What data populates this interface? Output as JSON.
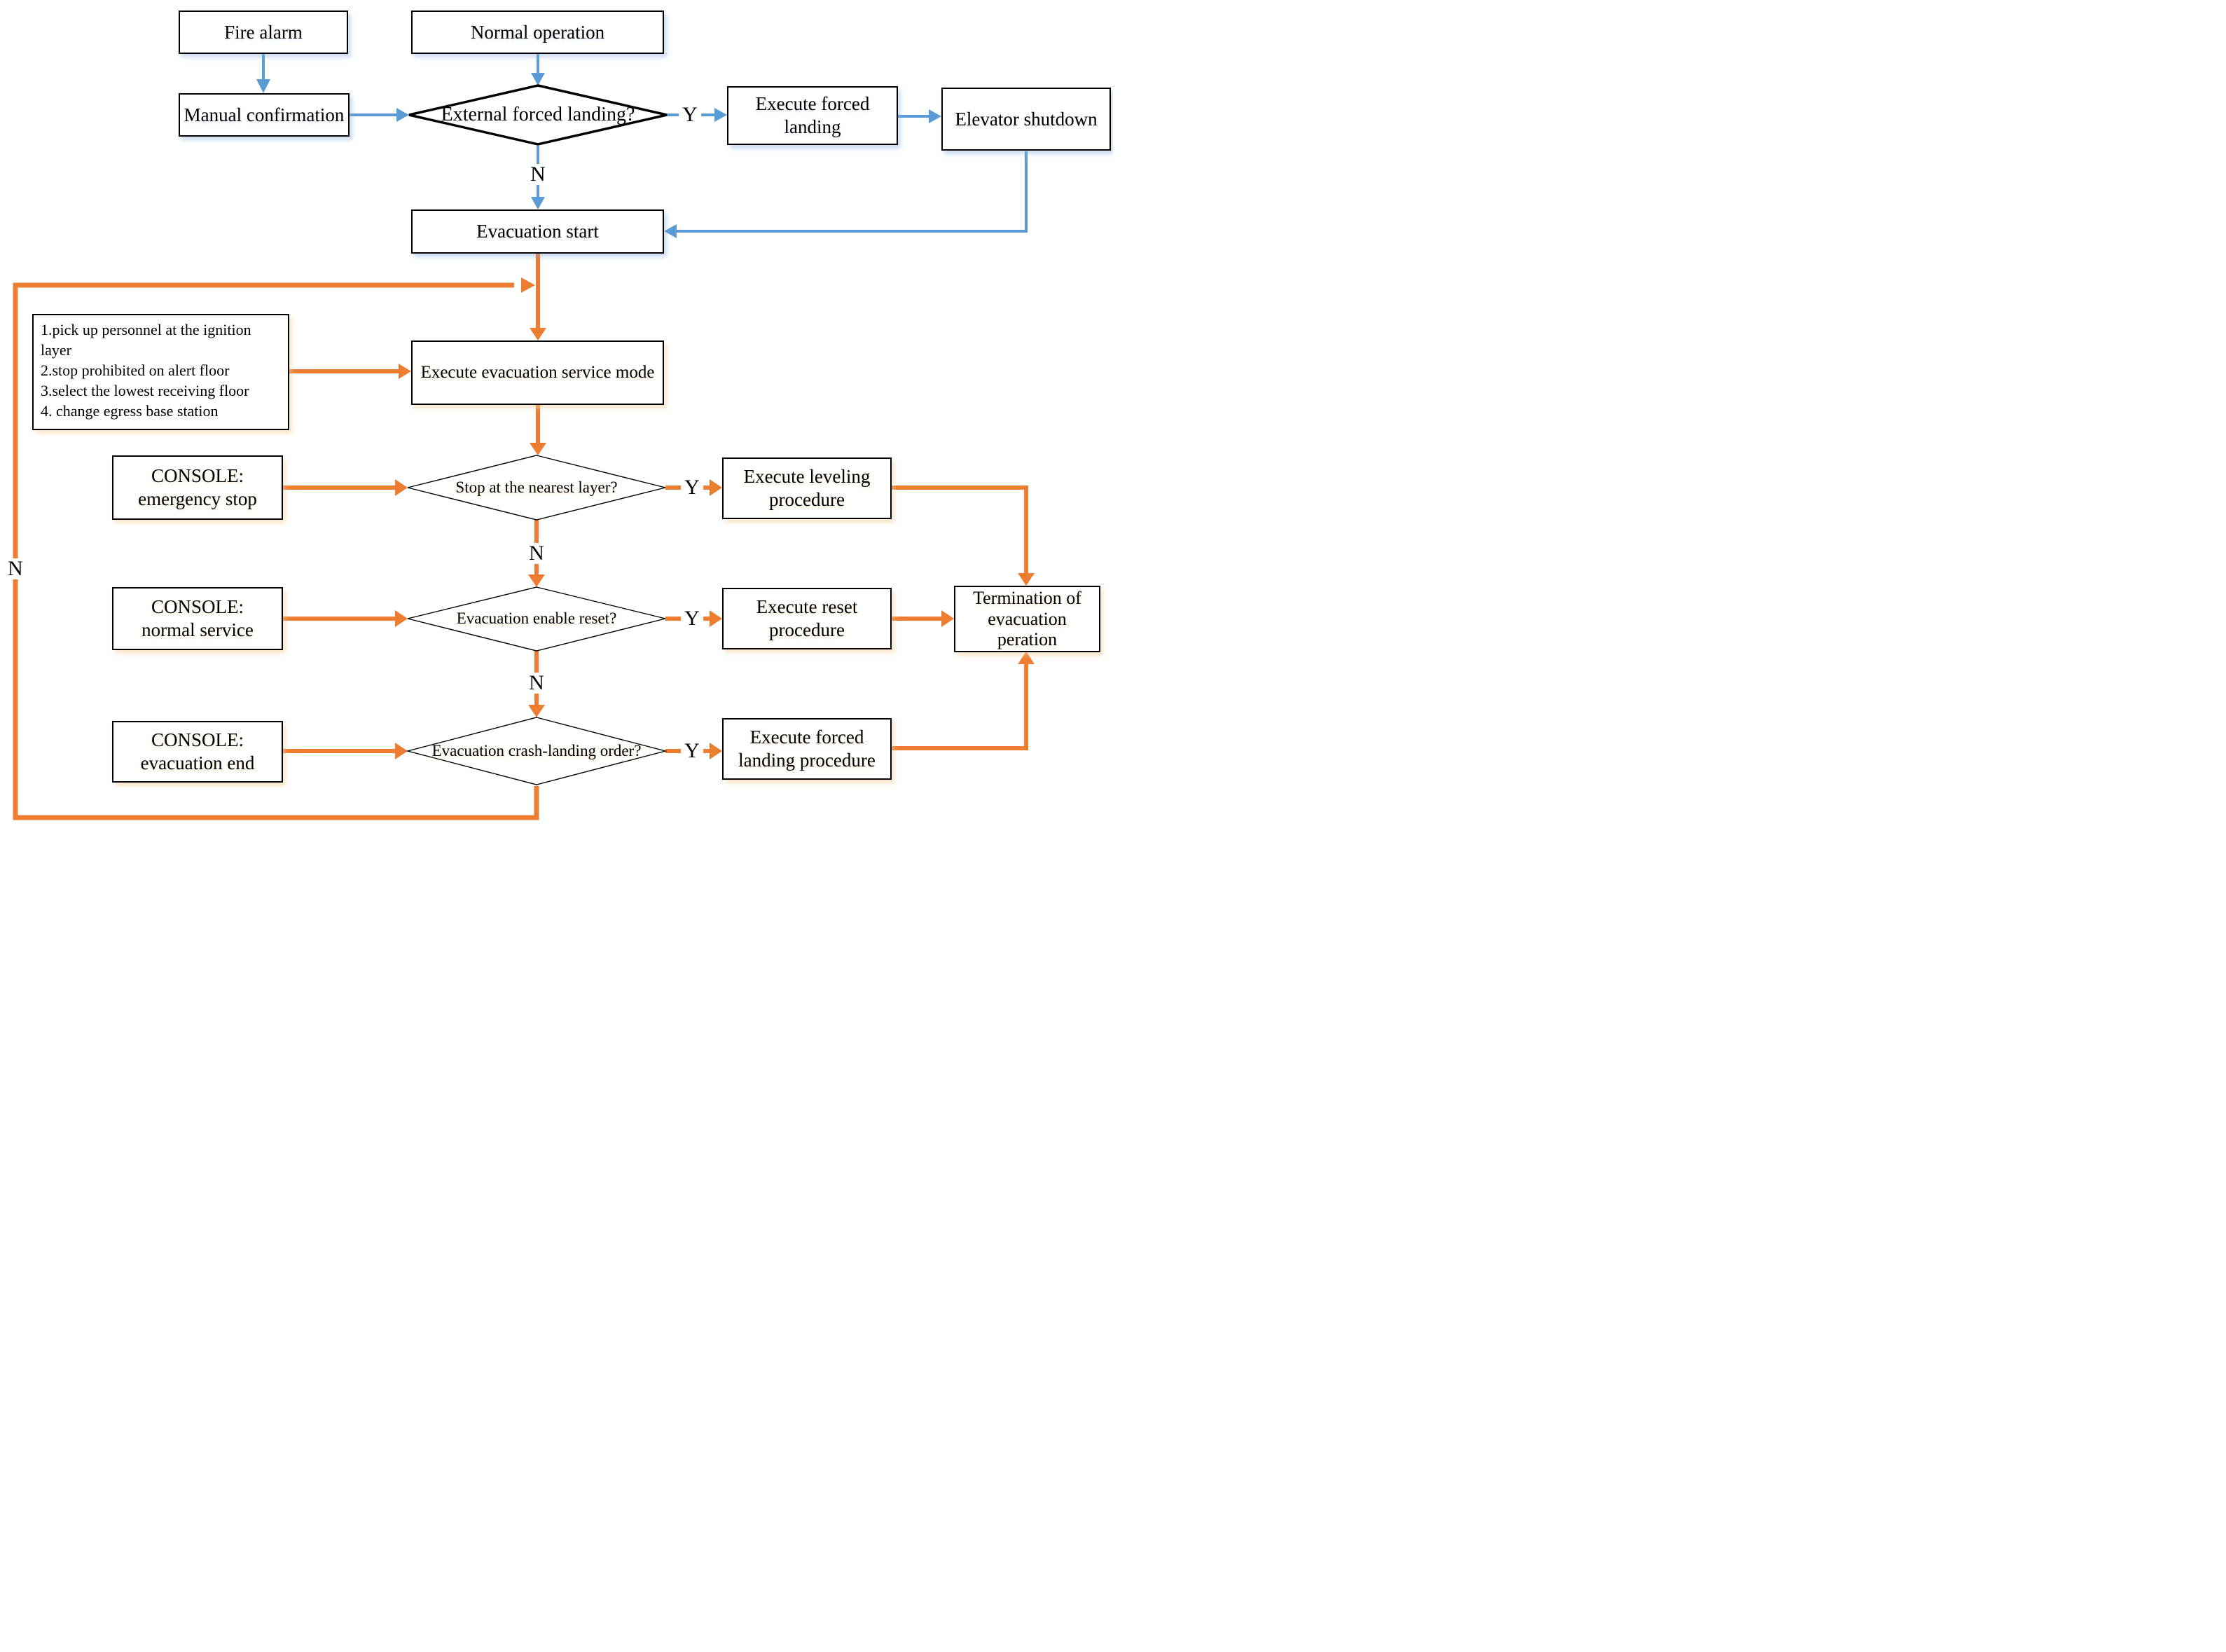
{
  "title": "Elevator evacuation control flowchart",
  "colors": {
    "blue_arrow": "#5B9BD5",
    "orange_arrow": "#ED7D31",
    "box_border": "#000000"
  },
  "boxes": {
    "fire_alarm": "Fire alarm",
    "normal_operation": "Normal operation",
    "manual_confirmation": "Manual confirmation",
    "execute_forced_landing": "Execute forced landing",
    "elevator_shutdown": "Elevator shutdown",
    "evacuation_start": "Evacuation start",
    "execute_evacuation_service_mode": "Execute evacuation service mode",
    "execute_leveling_procedure": "Execute leveling procedure",
    "execute_reset_procedure": "Execute reset procedure",
    "execute_forced_landing_procedure": "Execute forced landing procedure",
    "termination": "Termination of evacuation peration"
  },
  "consoles": {
    "emergency_stop": {
      "line1": "CONSOLE:",
      "line2": "emergency stop"
    },
    "normal_service": {
      "line1": "CONSOLE:",
      "line2": "normal service"
    },
    "evacuation_end": {
      "line1": "CONSOLE:",
      "line2": "evacuation end"
    }
  },
  "notes": {
    "items": [
      "1.pick up personnel at the ignition layer",
      "2.stop prohibited on alert floor",
      "3.select the lowest receiving floor",
      "4. change egress base station"
    ]
  },
  "diamonds": {
    "external_forced_landing": "External forced landing?",
    "stop_nearest_layer": "Stop at the nearest layer?",
    "evacuation_enable_reset": "Evacuation enable reset?",
    "evacuation_crash_landing": "Evacuation crash-landing order?"
  },
  "labels": {
    "yes": "Y",
    "no": "N"
  }
}
